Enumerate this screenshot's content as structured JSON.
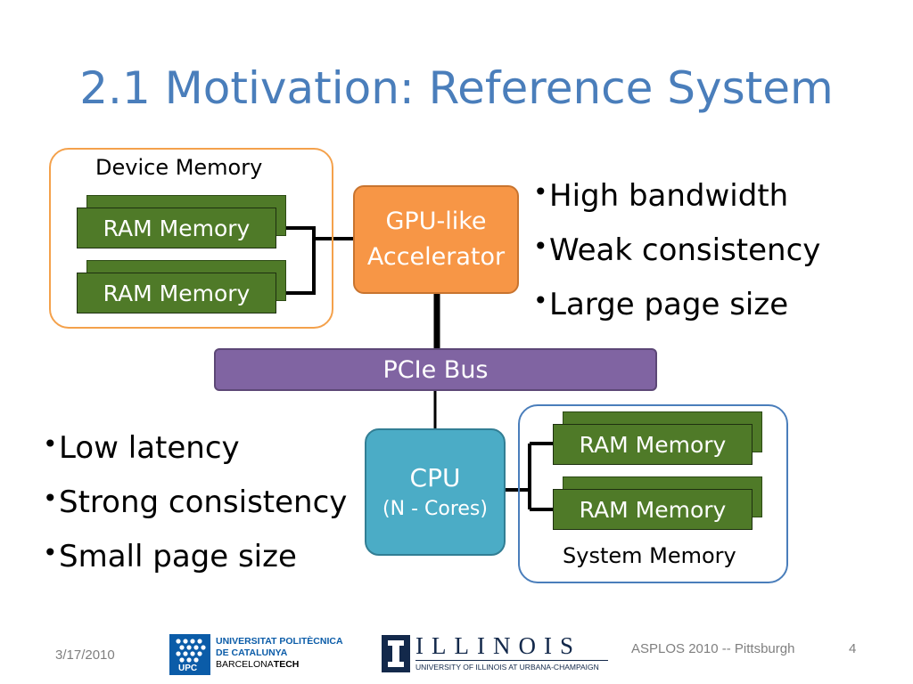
{
  "title": "2.1 Motivation: Reference System",
  "device_memory": {
    "label": "Device Memory",
    "modules": [
      "RAM Memory",
      "RAM Memory"
    ]
  },
  "system_memory": {
    "label": "System Memory",
    "modules": [
      "RAM Memory",
      "RAM Memory"
    ]
  },
  "gpu": {
    "line1": "GPU-like",
    "line2": "Accelerator"
  },
  "bus": {
    "label": "PCIe Bus"
  },
  "cpu": {
    "line1": "CPU",
    "line2": "(N - Cores)"
  },
  "gpu_bullets": [
    "High bandwidth",
    "Weak consistency",
    "Large page size"
  ],
  "cpu_bullets": [
    "Low latency",
    "Strong consistency",
    "Small page size"
  ],
  "footer": {
    "date": "3/17/2010",
    "upc_logo": {
      "line1": "UNIVERSITAT POLITÈCNICA",
      "line2": "DE CATALUNYA",
      "line3a": "BARCELONA",
      "line3b": "TECH",
      "mark": "UPC"
    },
    "illinois_logo": {
      "wordmark": "ILLINOIS",
      "subtitle": "UNIVERSITY OF ILLINOIS AT URBANA-CHAMPAIGN"
    },
    "conference": "ASPLOS 2010 -- Pittsburgh",
    "page_number": "4"
  },
  "colors": {
    "title": "#4a7ebb",
    "device_border": "#f4a14b",
    "system_border": "#4a7ebb",
    "ram": "#4f7a28",
    "gpu": "#f79646",
    "bus": "#8064a2",
    "cpu": "#4bacc6"
  }
}
